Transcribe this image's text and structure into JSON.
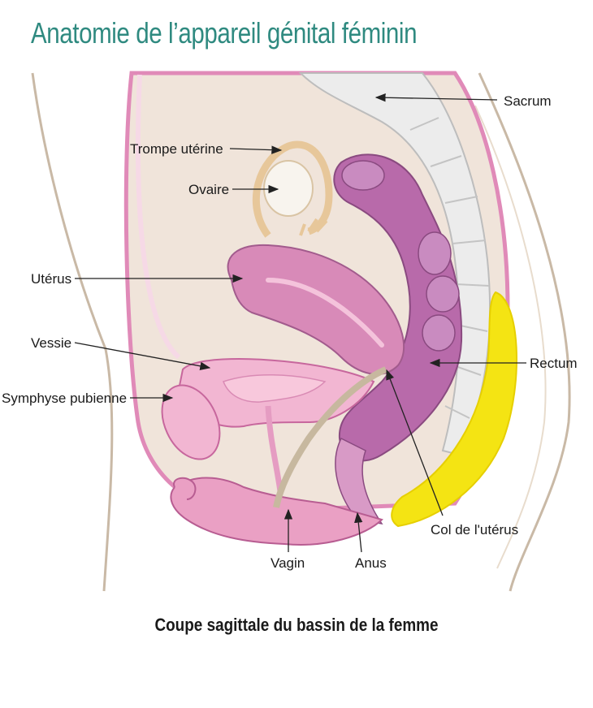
{
  "title": "Anatomie de l’appareil génital féminin",
  "caption": "Coupe sagittale du bassin de la femme",
  "labels": {
    "trompe": "Trompe utérine",
    "ovaire": "Ovaire",
    "uterus": "Utérus",
    "vessie": "Vessie",
    "symphyse": "Symphyse pubienne",
    "sacrum": "Sacrum",
    "rectum": "Rectum",
    "col": "Col de l'utérus",
    "vagin": "Vagin",
    "anus": "Anus"
  },
  "colors": {
    "title": "#2f8a80",
    "uterus": "#d88ab8",
    "rectum": "#b86aaa",
    "bladder": "#f2b6d2",
    "fat": "#f4e413",
    "bone": "#eeeeee",
    "cavity": "#f0e4da"
  }
}
